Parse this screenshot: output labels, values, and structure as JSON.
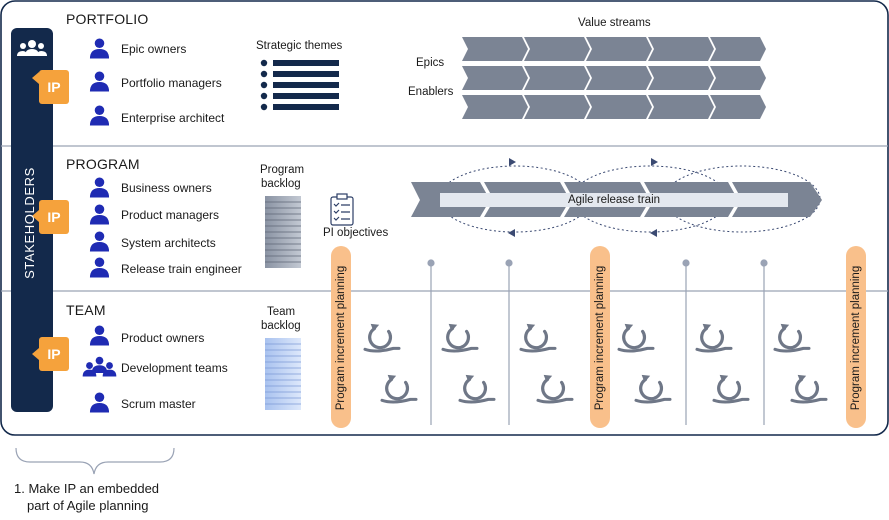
{
  "stakeholders_label": "STAKEHOLDERS",
  "ip_badge": "IP",
  "portfolio": {
    "title": "PORTFOLIO",
    "roles": [
      "Epic owners",
      "Portfolio managers",
      "Enterprise architect"
    ],
    "strategic_themes": "Strategic themes",
    "value_streams": "Value streams",
    "epics": "Epics",
    "enablers": "Enablers"
  },
  "program": {
    "title": "PROGRAM",
    "roles": [
      "Business owners",
      "Product managers",
      "System architects",
      "Release train engineer"
    ],
    "backlog_line1": "Program",
    "backlog_line2": "backlog",
    "pi_objectives": "PI objectives",
    "art_label": "Agile release train"
  },
  "team": {
    "title": "TEAM",
    "roles": [
      "Product owners",
      "Development teams",
      "Scrum master"
    ],
    "backlog_line1": "Team",
    "backlog_line2": "backlog"
  },
  "pi_planning_label": "Program increment planning",
  "caption": {
    "line1": "1. Make IP an embedded",
    "line2": "part of Agile planning"
  },
  "colors": {
    "navy": "#13294b",
    "person_blue": "#1f2bb3",
    "ip_orange": "#f5a23c",
    "pi_bar": "#f9c08b",
    "chevron_gray": "#7b8494",
    "divider": "#9aa3b5"
  }
}
